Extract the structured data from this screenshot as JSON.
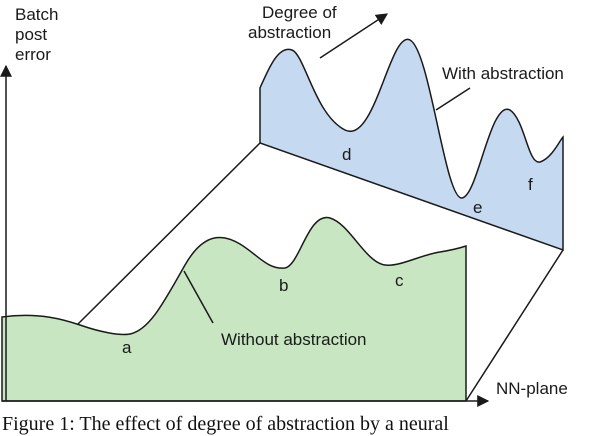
{
  "axis": {
    "y_label_lines": [
      "Batch",
      "post",
      "error"
    ],
    "x_label": "NN-plane",
    "depth_label_lines": [
      "Degree of",
      "abstraction"
    ]
  },
  "surfaces": {
    "with_label": "With abstraction",
    "without_label": "Without abstraction",
    "with_color": "#c5d9f1",
    "without_color": "#c8e6c1"
  },
  "points": {
    "a": "a",
    "b": "b",
    "c": "c",
    "d": "d",
    "e": "e",
    "f": "f"
  },
  "caption": "Figure 1:  The effect of degree of abstraction by a neural"
}
